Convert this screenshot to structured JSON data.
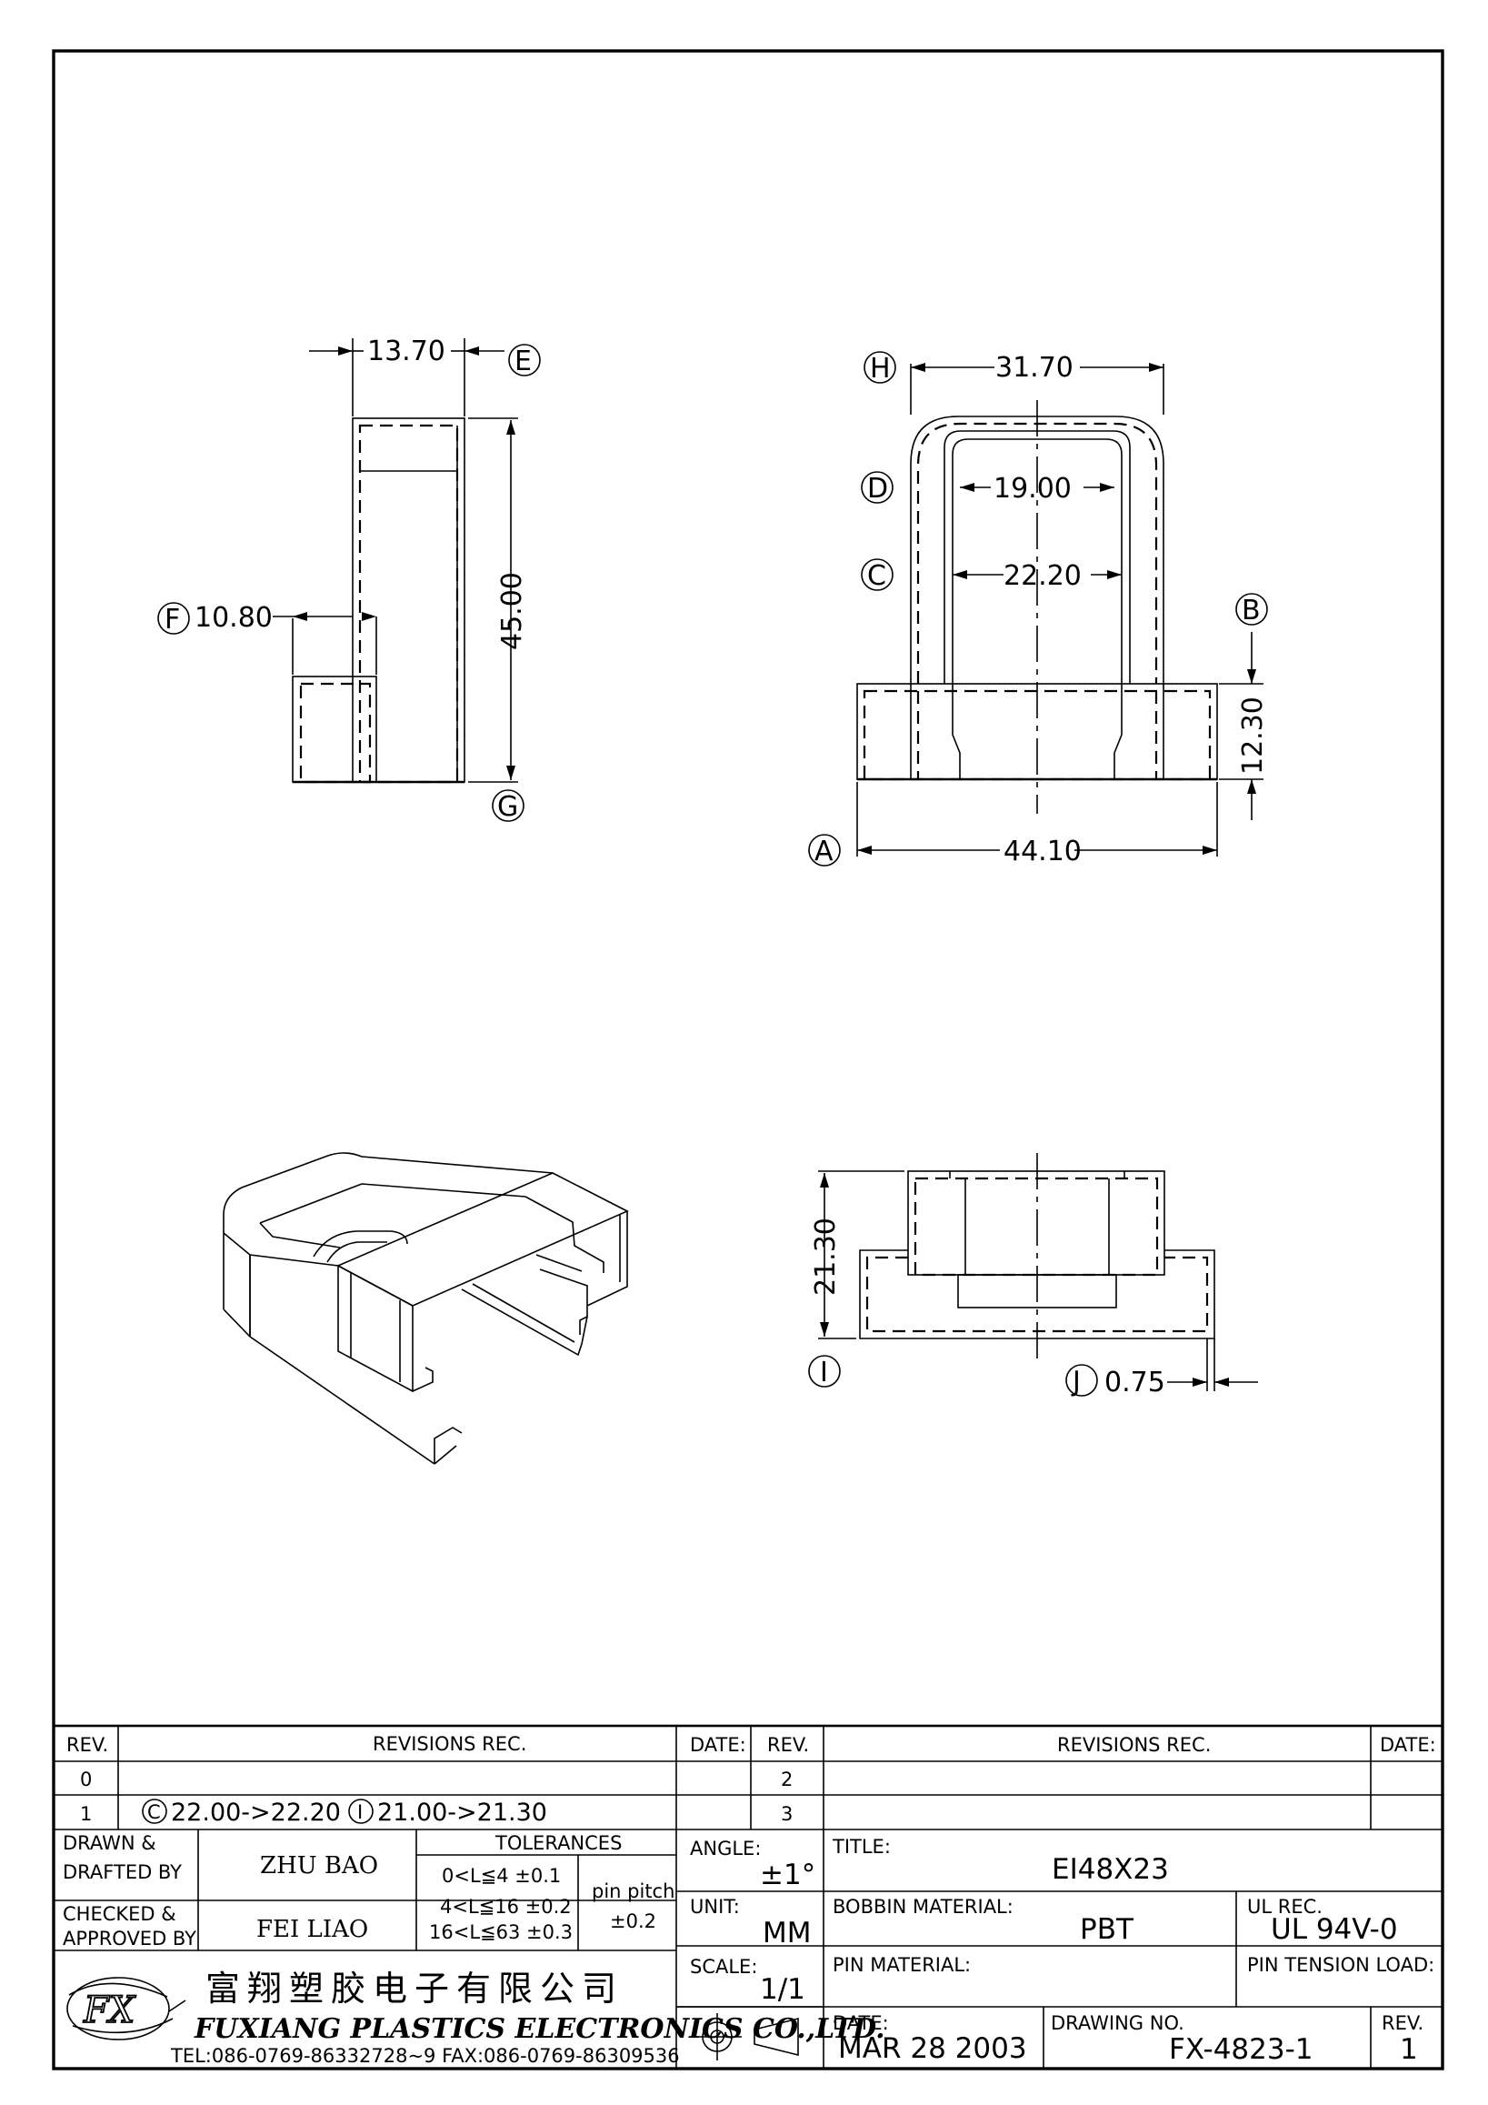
{
  "dimensions": {
    "side_width": "13.70",
    "side_height": "45.00",
    "side_flange": "10.80",
    "top_outer": "31.70",
    "top_inner_d": "19.00",
    "top_inner_c": "22.20",
    "front_height_b": "12.30",
    "front_width_a": "44.10",
    "bottom_height": "21.30",
    "bottom_thickness": "0.75"
  },
  "callouts": {
    "A": "A",
    "B": "B",
    "C": "C",
    "D": "D",
    "E": "E",
    "F": "F",
    "G": "G",
    "H": "H",
    "I": "I",
    "J": "J"
  },
  "revisions": {
    "header_rev": "REV.",
    "header_rec": "REVISIONS   REC.",
    "header_date": "DATE:",
    "rows_left": [
      {
        "rev": "0",
        "rec_c": "",
        "rec_i": ""
      },
      {
        "rev": "1",
        "rec_c": "22.00->22.20",
        "rec_i": "21.00->21.30"
      }
    ],
    "rows_right": [
      {
        "rev": "2"
      },
      {
        "rev": "3"
      }
    ]
  },
  "title_block": {
    "drawn_label_1": "DRAWN  &",
    "drawn_label_2": "DRAFTED  BY",
    "drawn_by": "ZHU BAO",
    "checked_label_1": "CHECKED  &",
    "checked_label_2": "APPROVED  BY",
    "checked_by": "FEI LIAO",
    "tolerances_label": "TOLERANCES",
    "tol_1": "0<L≦4    ±0.1",
    "tol_2": "4<L≦16  ±0.2",
    "tol_3": "16<L≦63  ±0.3",
    "pin_pitch_label": "pin  pitch",
    "pin_pitch_value": "±0.2",
    "angle_label": "ANGLE:",
    "angle_value": "±1°",
    "unit_label": "UNIT:",
    "unit_value": "MM",
    "scale_label": "SCALE:",
    "scale_value": "1/1",
    "title_label": "TITLE:",
    "title_value": "EI48X23",
    "bobbin_label": "BOBBIN  MATERIAL:",
    "bobbin_value": "PBT",
    "ul_label": "UL  REC.",
    "ul_value": "UL  94V-0",
    "pin_material_label": "PIN  MATERIAL:",
    "pin_tension_label": "PIN  TENSION  LOAD:",
    "date_label": "DATE:",
    "date_value": "MAR  28  2003",
    "drawing_no_label": "DRAWING  NO.",
    "drawing_no_value": "FX-4823-1",
    "rev_label": "REV.",
    "rev_value": "1",
    "company_cn": "富翔塑胶电子有限公司",
    "company_en": "FUXIANG  PLASTICS  ELECTRONICS  CO.,LTD.",
    "contact": "TEL:086-0769-86332728~9  FAX:086-0769-86309536",
    "logo_text": "FX"
  }
}
